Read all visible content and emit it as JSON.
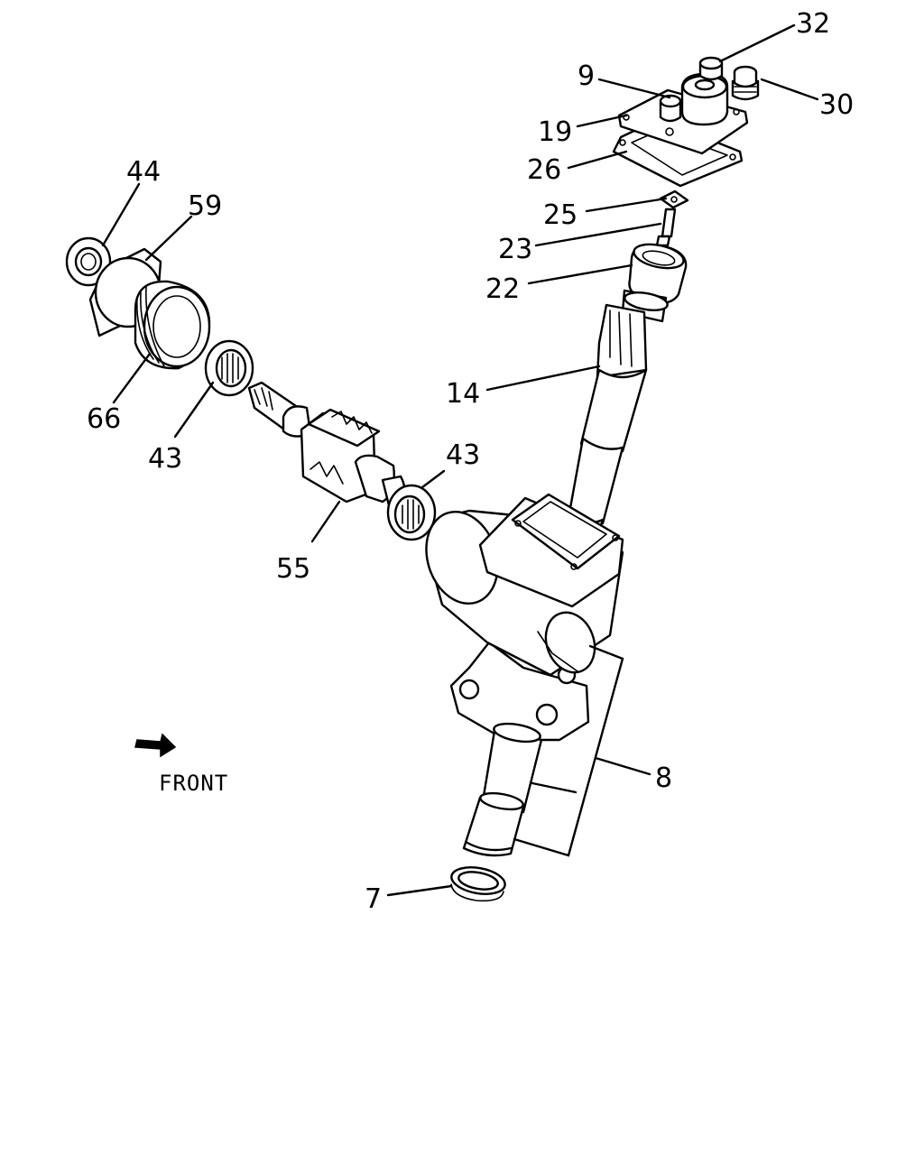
{
  "callouts": [
    {
      "id": "32",
      "text": "32"
    },
    {
      "id": "9",
      "text": "9"
    },
    {
      "id": "30",
      "text": "30"
    },
    {
      "id": "19",
      "text": "19"
    },
    {
      "id": "26",
      "text": "26"
    },
    {
      "id": "25",
      "text": "25"
    },
    {
      "id": "23",
      "text": "23"
    },
    {
      "id": "22",
      "text": "22"
    },
    {
      "id": "14",
      "text": "14"
    },
    {
      "id": "44",
      "text": "44"
    },
    {
      "id": "59",
      "text": "59"
    },
    {
      "id": "66",
      "text": "66"
    },
    {
      "id": "43a",
      "text": "43"
    },
    {
      "id": "43b",
      "text": "43"
    },
    {
      "id": "55",
      "text": "55"
    },
    {
      "id": "8",
      "text": "8"
    },
    {
      "id": "7",
      "text": "7"
    }
  ],
  "direction_label": "FRONT"
}
